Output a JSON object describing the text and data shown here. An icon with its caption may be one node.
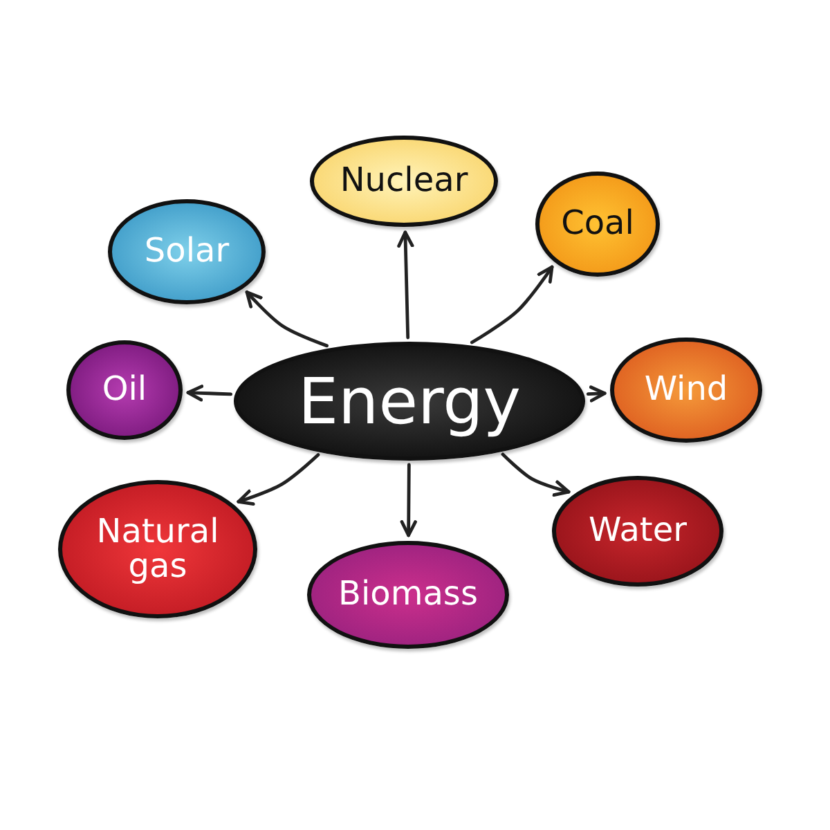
{
  "diagram": {
    "nodes": [
      {
        "text": [
          "Nuclear"
        ]
      },
      {
        "text": [
          "Solar"
        ]
      },
      {
        "text": [
          "Coal"
        ]
      },
      {
        "text": [
          "Oil"
        ]
      },
      {
        "text": [
          "Energy"
        ]
      },
      {
        "text": [
          "Wind"
        ]
      },
      {
        "text": [
          "Natural gas"
        ]
      },
      {
        "text": [
          "Water"
        ]
      },
      {
        "text": [
          "Biomass"
        ]
      }
    ],
    "edges": [
      {
        "from": 4,
        "to": 1,
        "arrow": "to"
      },
      {
        "from": 4,
        "to": 0,
        "arrow": "to"
      },
      {
        "from": 4,
        "to": 2,
        "arrow": "to"
      },
      {
        "from": 4,
        "to": 3,
        "arrow": "to"
      },
      {
        "from": 4,
        "to": 5,
        "arrow": "to"
      },
      {
        "from": 4,
        "to": 6,
        "arrow": "to"
      },
      {
        "from": 4,
        "to": 8,
        "arrow": "to"
      },
      {
        "from": 4,
        "to": 7,
        "arrow": "to"
      }
    ]
  }
}
